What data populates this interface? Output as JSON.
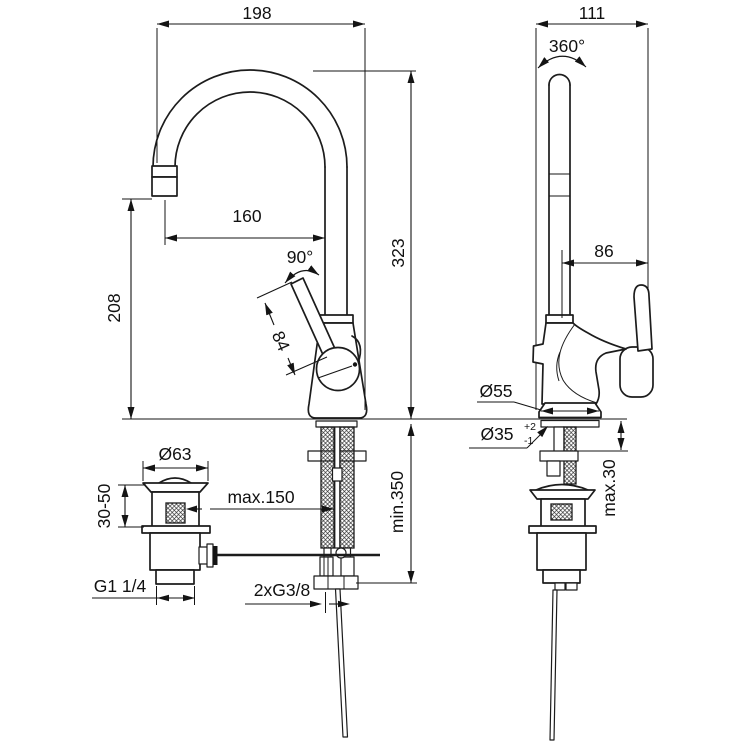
{
  "front_view": {
    "dims": {
      "overall_width": "198",
      "spout_reach": "160",
      "spout_height": "208",
      "total_height": "323",
      "handle_angle": "90°",
      "handle_length": "84",
      "hose_min_length": "min.350",
      "rod_max_length": "max.150",
      "waste_flange_dia": "Ø63",
      "mount_thickness_range": "30-50",
      "waste_thread": "G1 1/4",
      "supply_thread": "2xG3/8"
    }
  },
  "side_view": {
    "dims": {
      "overall_depth": "111",
      "swivel_angle": "360°",
      "handle_reach": "86",
      "base_dia": "Ø55",
      "hole_dia": "Ø35",
      "hole_tol_upper": "+2",
      "hole_tol_lower": "-1",
      "deck_max_thickness": "max.30"
    }
  }
}
